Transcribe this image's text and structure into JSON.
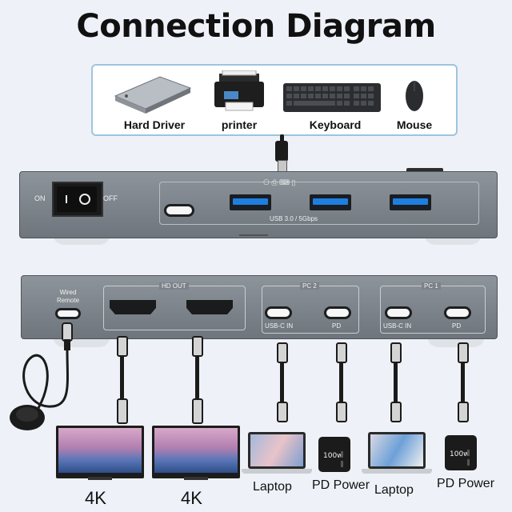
{
  "title": "Connection Diagram",
  "peripherals": [
    {
      "label": "Hard Driver",
      "icon": "hard-drive-icon"
    },
    {
      "label": "printer",
      "icon": "printer-icon"
    },
    {
      "label": "Keyboard",
      "icon": "keyboard-icon"
    },
    {
      "label": "Mouse",
      "icon": "mouse-icon"
    }
  ],
  "front_panel": {
    "switch_on": "ON",
    "switch_off": "OFF",
    "usb_spec": "USB 3.0 / 5Gbps"
  },
  "back_panel": {
    "wired_remote": [
      "Wired",
      "Remote"
    ],
    "hd_out": "HD OUT",
    "pc2": "PC 2",
    "pc1": "PC 1",
    "usbc_in": "USB-C IN",
    "pd": "PD"
  },
  "outputs": [
    {
      "label": "4K",
      "icon": "monitor-icon"
    },
    {
      "label": "4K",
      "icon": "monitor-icon"
    },
    {
      "label": "Laptop",
      "icon": "laptop-icon"
    },
    {
      "label": "PD Power",
      "icon": "power-adapter-icon"
    },
    {
      "label": "Laptop",
      "icon": "laptop-icon"
    },
    {
      "label": "PD Power",
      "icon": "power-adapter-icon"
    }
  ],
  "colors": {
    "usb_blue": "#1f7fe0",
    "device_gray": "#7d848b",
    "box_border": "#9ec4de"
  }
}
